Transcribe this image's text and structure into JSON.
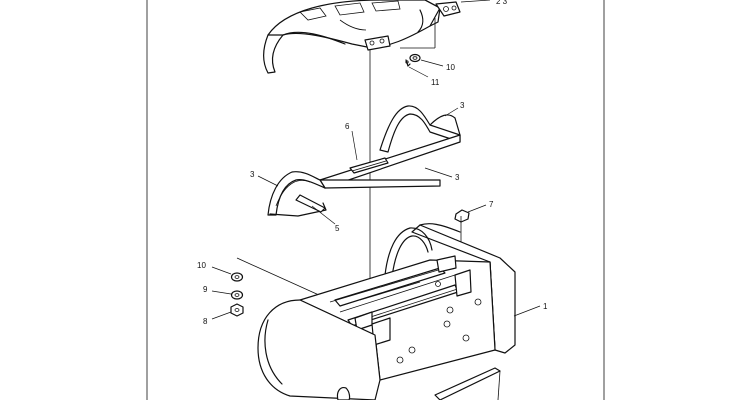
{
  "diagram": {
    "labels": {
      "canopy_ref": "2 3",
      "washer_upper": "10",
      "pin_upper": "11",
      "frame_rear_right": "3",
      "pad": "6",
      "frame_front_right": "3",
      "frame_left": "3",
      "strip": "5",
      "bolt": "7",
      "washer_left": "10",
      "spring_washer": "9",
      "nut": "8",
      "body": "1"
    }
  }
}
